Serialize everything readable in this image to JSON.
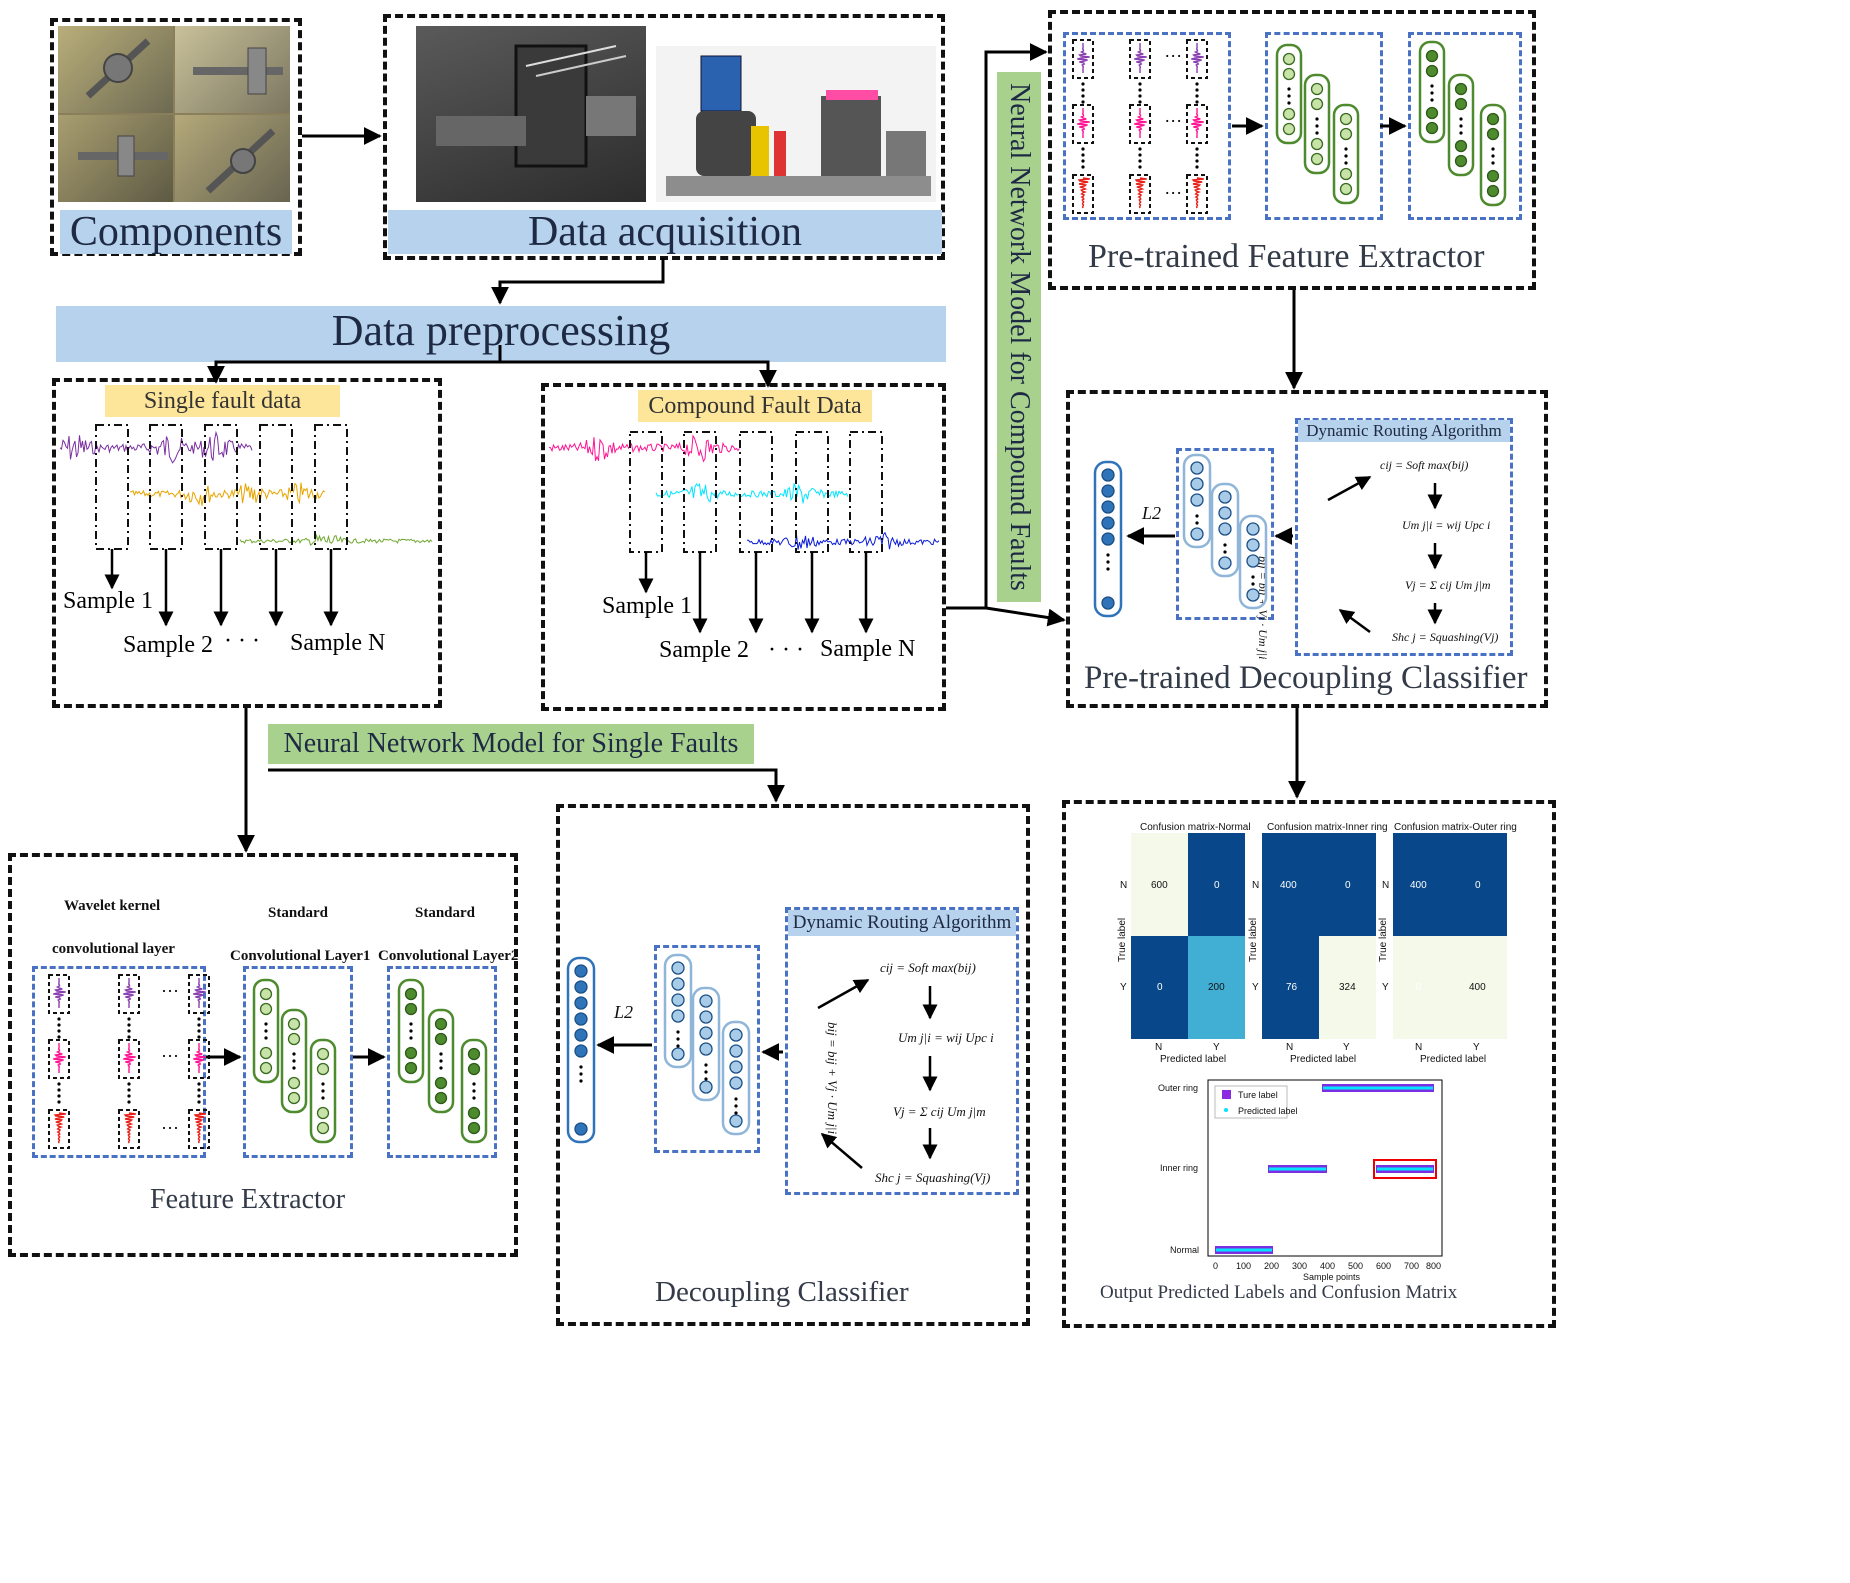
{
  "blocks": {
    "components": "Components",
    "acquisition": "Data acquisition",
    "preprocessing": "Data preprocessing",
    "single_fault": "Single fault data",
    "compound_fault": "Compound Fault Data",
    "nn_compound": "Neural Network Model for Compound Faults",
    "nn_single": "Neural Network Model for Single Faults",
    "pre_feature": "Pre-trained Feature Extractor",
    "pre_decoupling": "Pre-trained Decoupling Classifier",
    "feature_extractor": "Feature Extractor",
    "decoupling": "Decoupling Classifier",
    "output": "Output Predicted Labels and Confusion Matrix"
  },
  "samples": {
    "s1": "Sample 1",
    "s2": "Sample 2",
    "sn": "Sample N",
    "dots": "· · ·"
  },
  "layers": {
    "wavelet1": "Wavelet kernel",
    "wavelet2": "convolutional layer",
    "std": "Standard",
    "conv1": "Convolutional Layer1",
    "conv2": "Convolutional Layer2"
  },
  "routing": {
    "title": "Dynamic Routing Algorithm",
    "eq1": "cij = Soft max(bij)",
    "eq2": "Um j|i = wij Upc i",
    "eq3": "Vj = Σ cij Um j|m",
    "eq4": "Shc j = Squashing(Vj)",
    "eq5": "bij = bij + Vj · Um j|i",
    "l2": "L2"
  },
  "confusion": [
    {
      "title": "Confusion matrix-Normal",
      "cells": [
        "600",
        "0",
        "0",
        "200"
      ]
    },
    {
      "title": "Confusion matrix-Inner ring",
      "cells": [
        "400",
        "0",
        "76",
        "324"
      ]
    },
    {
      "title": "Confusion matrix-Outer ring",
      "cells": [
        "400",
        "0",
        "0",
        "400"
      ]
    }
  ],
  "cm_axes": {
    "true_label": "True label",
    "pred_label": "Predicted label",
    "n": "N",
    "y": "Y"
  },
  "label_plot": {
    "legend_true": "Ture label",
    "legend_pred": "Predicted label",
    "yticks": [
      "Outer ring",
      "Inner ring",
      "Normal"
    ],
    "xticks": [
      "0",
      "100",
      "200",
      "300",
      "400",
      "500",
      "600",
      "700",
      "800"
    ],
    "xlabel": "Sample points"
  },
  "colors": {
    "dash_blue": "#4a72c4",
    "box_green": "#4e8a2e",
    "node_blue": "#2f73b8",
    "cm_dark": "#08478a",
    "cm_mid": "#41afd3",
    "cm_light": "#f5f9ea"
  }
}
